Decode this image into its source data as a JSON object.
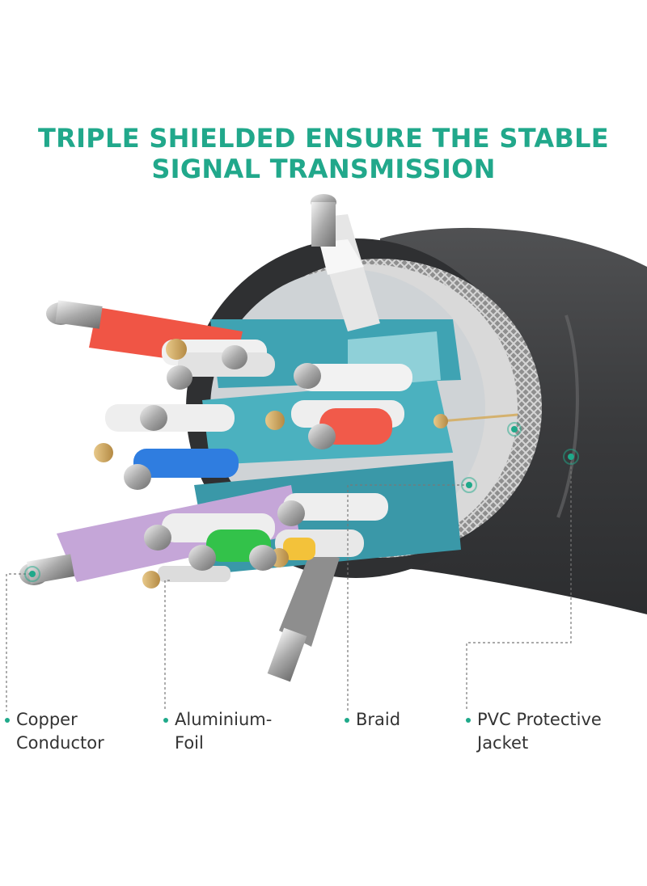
{
  "headline": {
    "line1": "TRIPLE SHIELDED ENSURE THE STABLE",
    "line2": "SIGNAL TRANSMISSION"
  },
  "colors": {
    "accent": "#21a88b",
    "jacket": "#3c3d3f",
    "foil": "#3fa3b3",
    "braid": "#9a9a9a"
  },
  "callouts": [
    {
      "line1": "Copper",
      "line2": "Conductor"
    },
    {
      "line1": "Aluminium-",
      "line2": "Foil"
    },
    {
      "line1": "Braid",
      "line2": ""
    },
    {
      "line1": "PVC Protective",
      "line2": "Jacket"
    }
  ]
}
